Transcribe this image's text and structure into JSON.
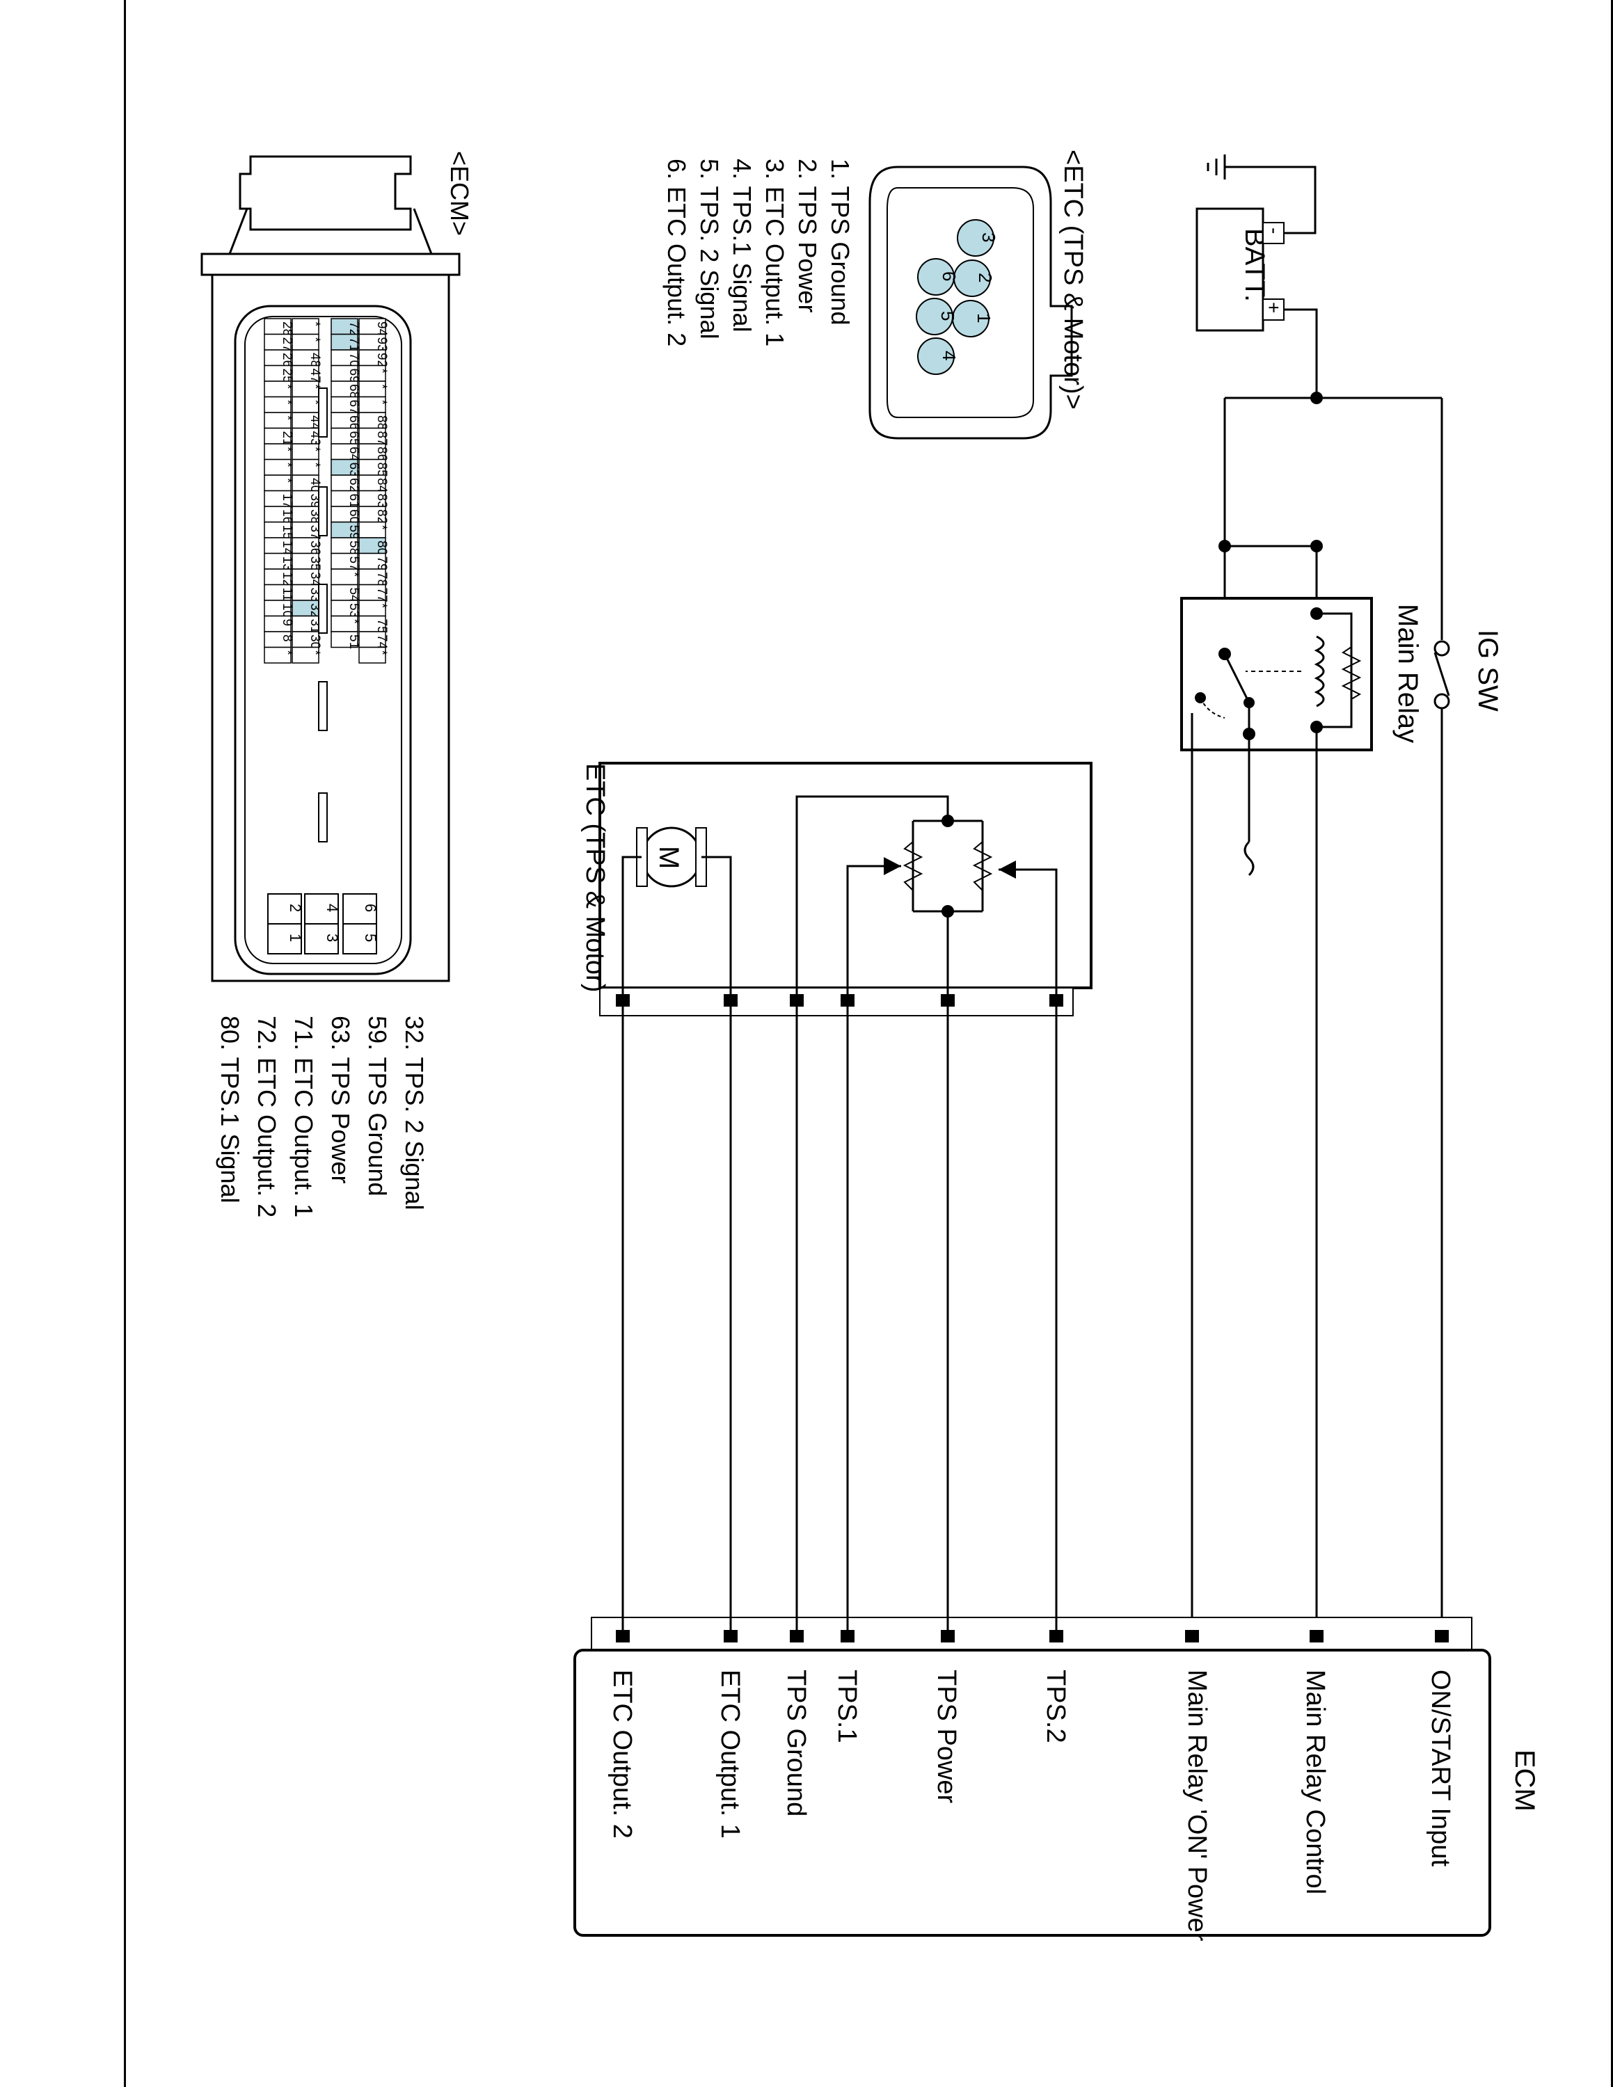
{
  "battery": {
    "label": "BATT.",
    "plus": "+",
    "minus": "-"
  },
  "ig_sw": {
    "label": "IG SW"
  },
  "main_relay": {
    "label": "Main Relay"
  },
  "etc_component": {
    "label": "ETC (TPS & Motor)",
    "motor_letter": "M"
  },
  "etc_connector": {
    "title": "<ETC (TPS & Motor)>",
    "pins": [
      {
        "num": "1",
        "label": "1. TPS Ground"
      },
      {
        "num": "2",
        "label": "2. TPS Power"
      },
      {
        "num": "3",
        "label": "3. ETC Output. 1"
      },
      {
        "num": "4",
        "label": "4. TPS.1 Signal"
      },
      {
        "num": "5",
        "label": "5. TPS. 2 Signal"
      },
      {
        "num": "6",
        "label": "6. ETC Output. 2"
      }
    ]
  },
  "ecm_connector": {
    "title": "<ECM>",
    "rows": [
      [
        "94",
        "93",
        "92",
        "*",
        "*",
        "*",
        "88",
        "87",
        "86",
        "85",
        "84",
        "83",
        "82",
        "*",
        "80",
        "79",
        "78",
        "77",
        "*",
        "75",
        "74",
        "*"
      ],
      [
        "72",
        "71",
        "70",
        "69",
        "68",
        "67",
        "66",
        "65",
        "64",
        "63",
        "62",
        "61",
        "60",
        "59",
        "58",
        "57",
        "*",
        "54",
        "53",
        "*",
        "51"
      ],
      [
        "*",
        "*",
        "48",
        "47",
        "*",
        "*",
        "44",
        "43",
        "*",
        "*",
        "40",
        "39",
        "38",
        "37",
        "36",
        "35",
        "34",
        "33",
        "32",
        "31",
        "30",
        "*"
      ],
      [
        "28",
        "27",
        "26",
        "25",
        "*",
        "*",
        "*",
        "21",
        "*",
        "*",
        "*",
        "17",
        "16",
        "15",
        "14",
        "13",
        "12",
        "11",
        "10",
        "9",
        "8",
        "*"
      ]
    ],
    "highlighted": [
      "80",
      "72",
      "71",
      "63",
      "59",
      "32"
    ],
    "small_block": [
      "6",
      "5",
      "4",
      "3",
      "2",
      "1"
    ],
    "pin_labels": [
      "32. TPS. 2 Signal",
      "59. TPS Ground",
      "63. TPS Power",
      "71. ETC Output. 1",
      "72. ETC Output. 2",
      "80. TPS.1 Signal"
    ]
  },
  "ecm": {
    "title": "ECM",
    "pins": [
      "ON/START Input",
      "Main Relay Control",
      "Main Relay 'ON' Power",
      "TPS.2",
      "TPS Power",
      "TPS.1",
      "TPS Ground",
      "ETC Output. 1",
      "ETC Output. 2"
    ]
  }
}
